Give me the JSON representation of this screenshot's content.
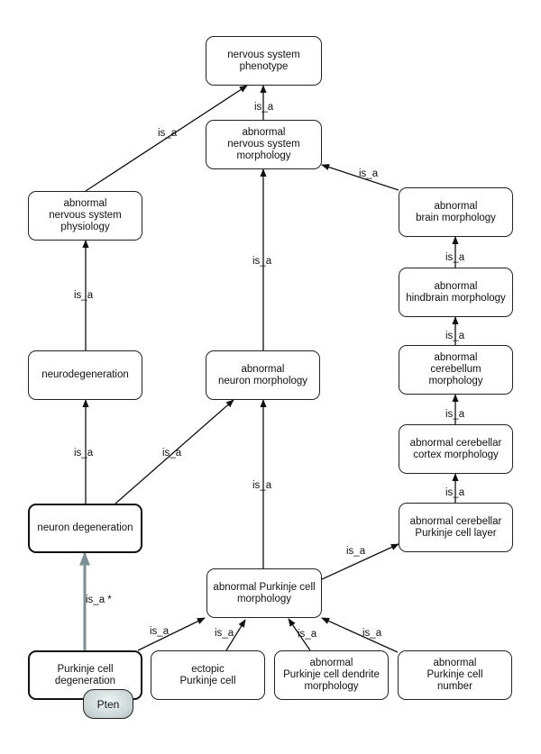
{
  "diagram": {
    "title": "",
    "nodes": [
      {
        "id": "n_nsp",
        "label": "nervous system\nphenotype",
        "highlight": false
      },
      {
        "id": "n_ansm",
        "label": "abnormal\nnervous system\nmorphology",
        "highlight": false
      },
      {
        "id": "n_ansphys",
        "label": "abnormal\nnervous system\nphysiology",
        "highlight": false
      },
      {
        "id": "n_abm",
        "label": "abnormal\nbrain morphology",
        "highlight": false
      },
      {
        "id": "n_ahm",
        "label": "abnormal\nhindbrain morphology",
        "highlight": false
      },
      {
        "id": "n_acm",
        "label": "abnormal\ncerebellum\nmorphology",
        "highlight": false
      },
      {
        "id": "n_accm",
        "label": "abnormal cerebellar\ncortex morphology",
        "highlight": false
      },
      {
        "id": "n_acpcl",
        "label": "abnormal cerebellar\nPurkinje cell layer",
        "highlight": false
      },
      {
        "id": "n_neurodeg",
        "label": "neurodegeneration",
        "highlight": false
      },
      {
        "id": "n_anm",
        "label": "abnormal\nneuron morphology",
        "highlight": false
      },
      {
        "id": "n_ndeg",
        "label": "neuron degeneration",
        "highlight": true
      },
      {
        "id": "n_apcm",
        "label": "abnormal Purkinje cell\nmorphology",
        "highlight": false
      },
      {
        "id": "n_pcdeg",
        "label": "Purkinje cell\ndegeneration",
        "highlight": true
      },
      {
        "id": "n_epc",
        "label": "ectopic\nPurkinje cell",
        "highlight": false
      },
      {
        "id": "n_apcdm",
        "label": "abnormal\nPurkinje cell dendrite\nmorphology",
        "highlight": false
      },
      {
        "id": "n_apcn",
        "label": "abnormal\nPurkinje cell\nnumber",
        "highlight": false
      }
    ],
    "edges": [
      {
        "from": "n_ansphys",
        "to": "n_nsp",
        "label": "is_a",
        "inferred": false
      },
      {
        "from": "n_ansm",
        "to": "n_nsp",
        "label": "is_a",
        "inferred": false
      },
      {
        "from": "n_abm",
        "to": "n_ansm",
        "label": "is_a",
        "inferred": false
      },
      {
        "from": "n_anm",
        "to": "n_ansm",
        "label": "is_a",
        "inferred": false
      },
      {
        "from": "n_neurodeg",
        "to": "n_ansphys",
        "label": "is_a",
        "inferred": false
      },
      {
        "from": "n_ahm",
        "to": "n_abm",
        "label": "is_a",
        "inferred": false
      },
      {
        "from": "n_acm",
        "to": "n_ahm",
        "label": "is_a",
        "inferred": false
      },
      {
        "from": "n_accm",
        "to": "n_acm",
        "label": "is_a",
        "inferred": false
      },
      {
        "from": "n_acpcl",
        "to": "n_accm",
        "label": "is_a",
        "inferred": false
      },
      {
        "from": "n_ndeg",
        "to": "n_neurodeg",
        "label": "is_a",
        "inferred": false
      },
      {
        "from": "n_ndeg",
        "to": "n_anm",
        "label": "is_a",
        "inferred": false
      },
      {
        "from": "n_apcm",
        "to": "n_anm",
        "label": "is_a",
        "inferred": false
      },
      {
        "from": "n_apcm",
        "to": "n_acpcl",
        "label": "is_a",
        "inferred": false
      },
      {
        "from": "n_pcdeg",
        "to": "n_ndeg",
        "label": "is_a *",
        "inferred": true
      },
      {
        "from": "n_pcdeg",
        "to": "n_apcm",
        "label": "is_a",
        "inferred": false
      },
      {
        "from": "n_epc",
        "to": "n_apcm",
        "label": "is_a",
        "inferred": false
      },
      {
        "from": "n_apcdm",
        "to": "n_apcm",
        "label": "is_a",
        "inferred": false
      },
      {
        "from": "n_apcn",
        "to": "n_apcm",
        "label": "is_a",
        "inferred": false
      }
    ],
    "gene_tag": {
      "attached_to": "n_pcdeg",
      "label": "Pten"
    },
    "colors": {
      "edge": "#111111",
      "inferred_edge": "#7d8f96",
      "node_border": "#222222"
    }
  }
}
